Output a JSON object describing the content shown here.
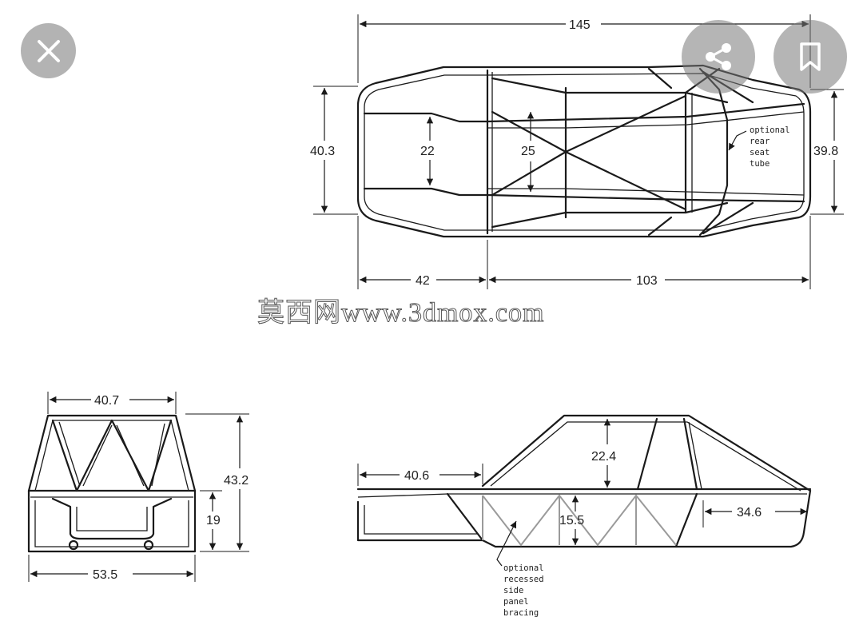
{
  "top_view": {
    "dim_overall_length": "145",
    "dim_width_front": "40.3",
    "dim_width_rear": "39.8",
    "dim_inner_width_front": "22",
    "dim_inner_width_mid": "25",
    "dim_front_section": "42",
    "dim_rear_section": "103",
    "note_lines": [
      "optional",
      "rear",
      "seat",
      "tube"
    ]
  },
  "front_view": {
    "dim_top_width": "40.7",
    "dim_bottom_width": "53.5",
    "dim_total_height": "43.2",
    "dim_lower_height": "19"
  },
  "side_view": {
    "dim_front_section": "40.6",
    "dim_roof_height": "22.4",
    "dim_side_height": "15.5",
    "dim_rear_overhang": "34.6",
    "note_lines": [
      "optional",
      "recessed",
      "side",
      "panel",
      "bracing"
    ]
  },
  "watermark": "莫西网www.3dmox.com",
  "buttons": {
    "close_icon": "close-icon",
    "share_icon": "share-icon",
    "save_icon": "bookmark-icon"
  },
  "colors": {
    "line": "#1a1a1a",
    "button_bg": "#a0a0a0"
  }
}
